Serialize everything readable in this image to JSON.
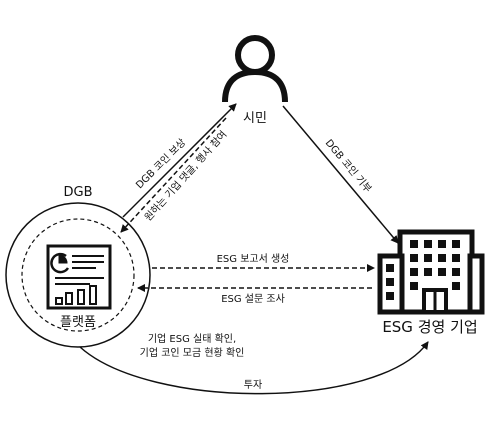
{
  "nodes": {
    "citizen": {
      "label": "시민"
    },
    "dgb": {
      "label": "DGB",
      "platform_label": "플랫폼"
    },
    "company": {
      "label": "ESG 경영 기업"
    }
  },
  "edges": {
    "dgb_coin_reward": "DGB 코인 보상",
    "desired_company_event": "원하는 기업 댓글, 행사 참여",
    "dgb_coin_donation": "DGB 코인 기부",
    "esg_report": "ESG 보고서 생성",
    "esg_survey": "ESG 설문 조사",
    "verification_line1": "기업 ESG 실태 확인,",
    "verification_line2": "기업 코인 모금 현황 확인",
    "investment": "투자"
  },
  "colors": {
    "ink": "#111111",
    "background": "#ffffff"
  }
}
